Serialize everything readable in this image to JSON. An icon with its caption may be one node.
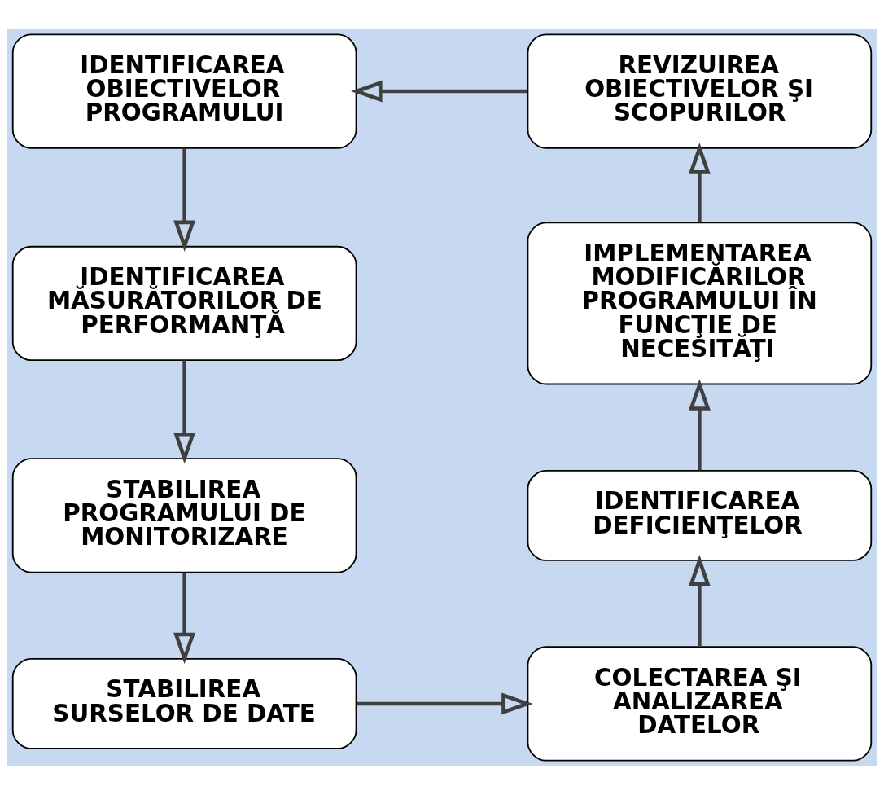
{
  "diagram": {
    "nodes": [
      {
        "text": [
          "IDENTIFICAREA OBIECTIVELOR PROGRAMULUI"
        ]
      },
      {
        "text": [
          "IDENTIFICAREA MĂSURĂTORILOR DE PERFORMANŢĂ"
        ]
      },
      {
        "text": [
          "STABILIREA PROGRAMULUI DE MONITORIZARE"
        ]
      },
      {
        "text": [
          "STABILIREA SURSELOR DE DATE"
        ]
      },
      {
        "text": [
          "COLECTAREA ŞI ANALIZAREA DATELOR"
        ]
      },
      {
        "text": [
          "IDENTIFICAREA DEFICIENŢELOR"
        ]
      },
      {
        "text": [
          "IMPLEMENTAREA MODIFICĂRILOR PROGRAMULUI ÎN FUNCŢIE DE NECESITĂŢI"
        ]
      },
      {
        "text": [
          "REVIZUIREA OBIECTIVELOR ŞI SCOPURILOR"
        ]
      }
    ],
    "edges": [
      {
        "from": 0,
        "to": 1,
        "arrow": "to"
      },
      {
        "from": 1,
        "to": 2,
        "arrow": "to"
      },
      {
        "from": 2,
        "to": 3,
        "arrow": "to"
      },
      {
        "from": 3,
        "to": 4,
        "arrow": "to"
      },
      {
        "from": 4,
        "to": 5,
        "arrow": "to"
      },
      {
        "from": 5,
        "to": 6,
        "arrow": "to"
      },
      {
        "from": 6,
        "to": 7,
        "arrow": "to"
      },
      {
        "from": 7,
        "to": 0,
        "arrow": "to"
      }
    ]
  }
}
